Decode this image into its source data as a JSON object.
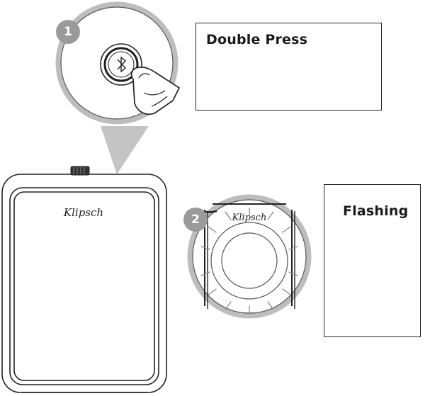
{
  "steps": [
    {
      "number": "1",
      "instruction": "Double Press"
    },
    {
      "number": "2",
      "instruction": "Flashing"
    }
  ],
  "icons": {
    "button_icon": "bluetooth-icon",
    "brand": "klipsch-logo"
  },
  "colors": {
    "stroke": "#222222",
    "badge": "#9a9a9a",
    "shadow": "#bdbdbd"
  }
}
